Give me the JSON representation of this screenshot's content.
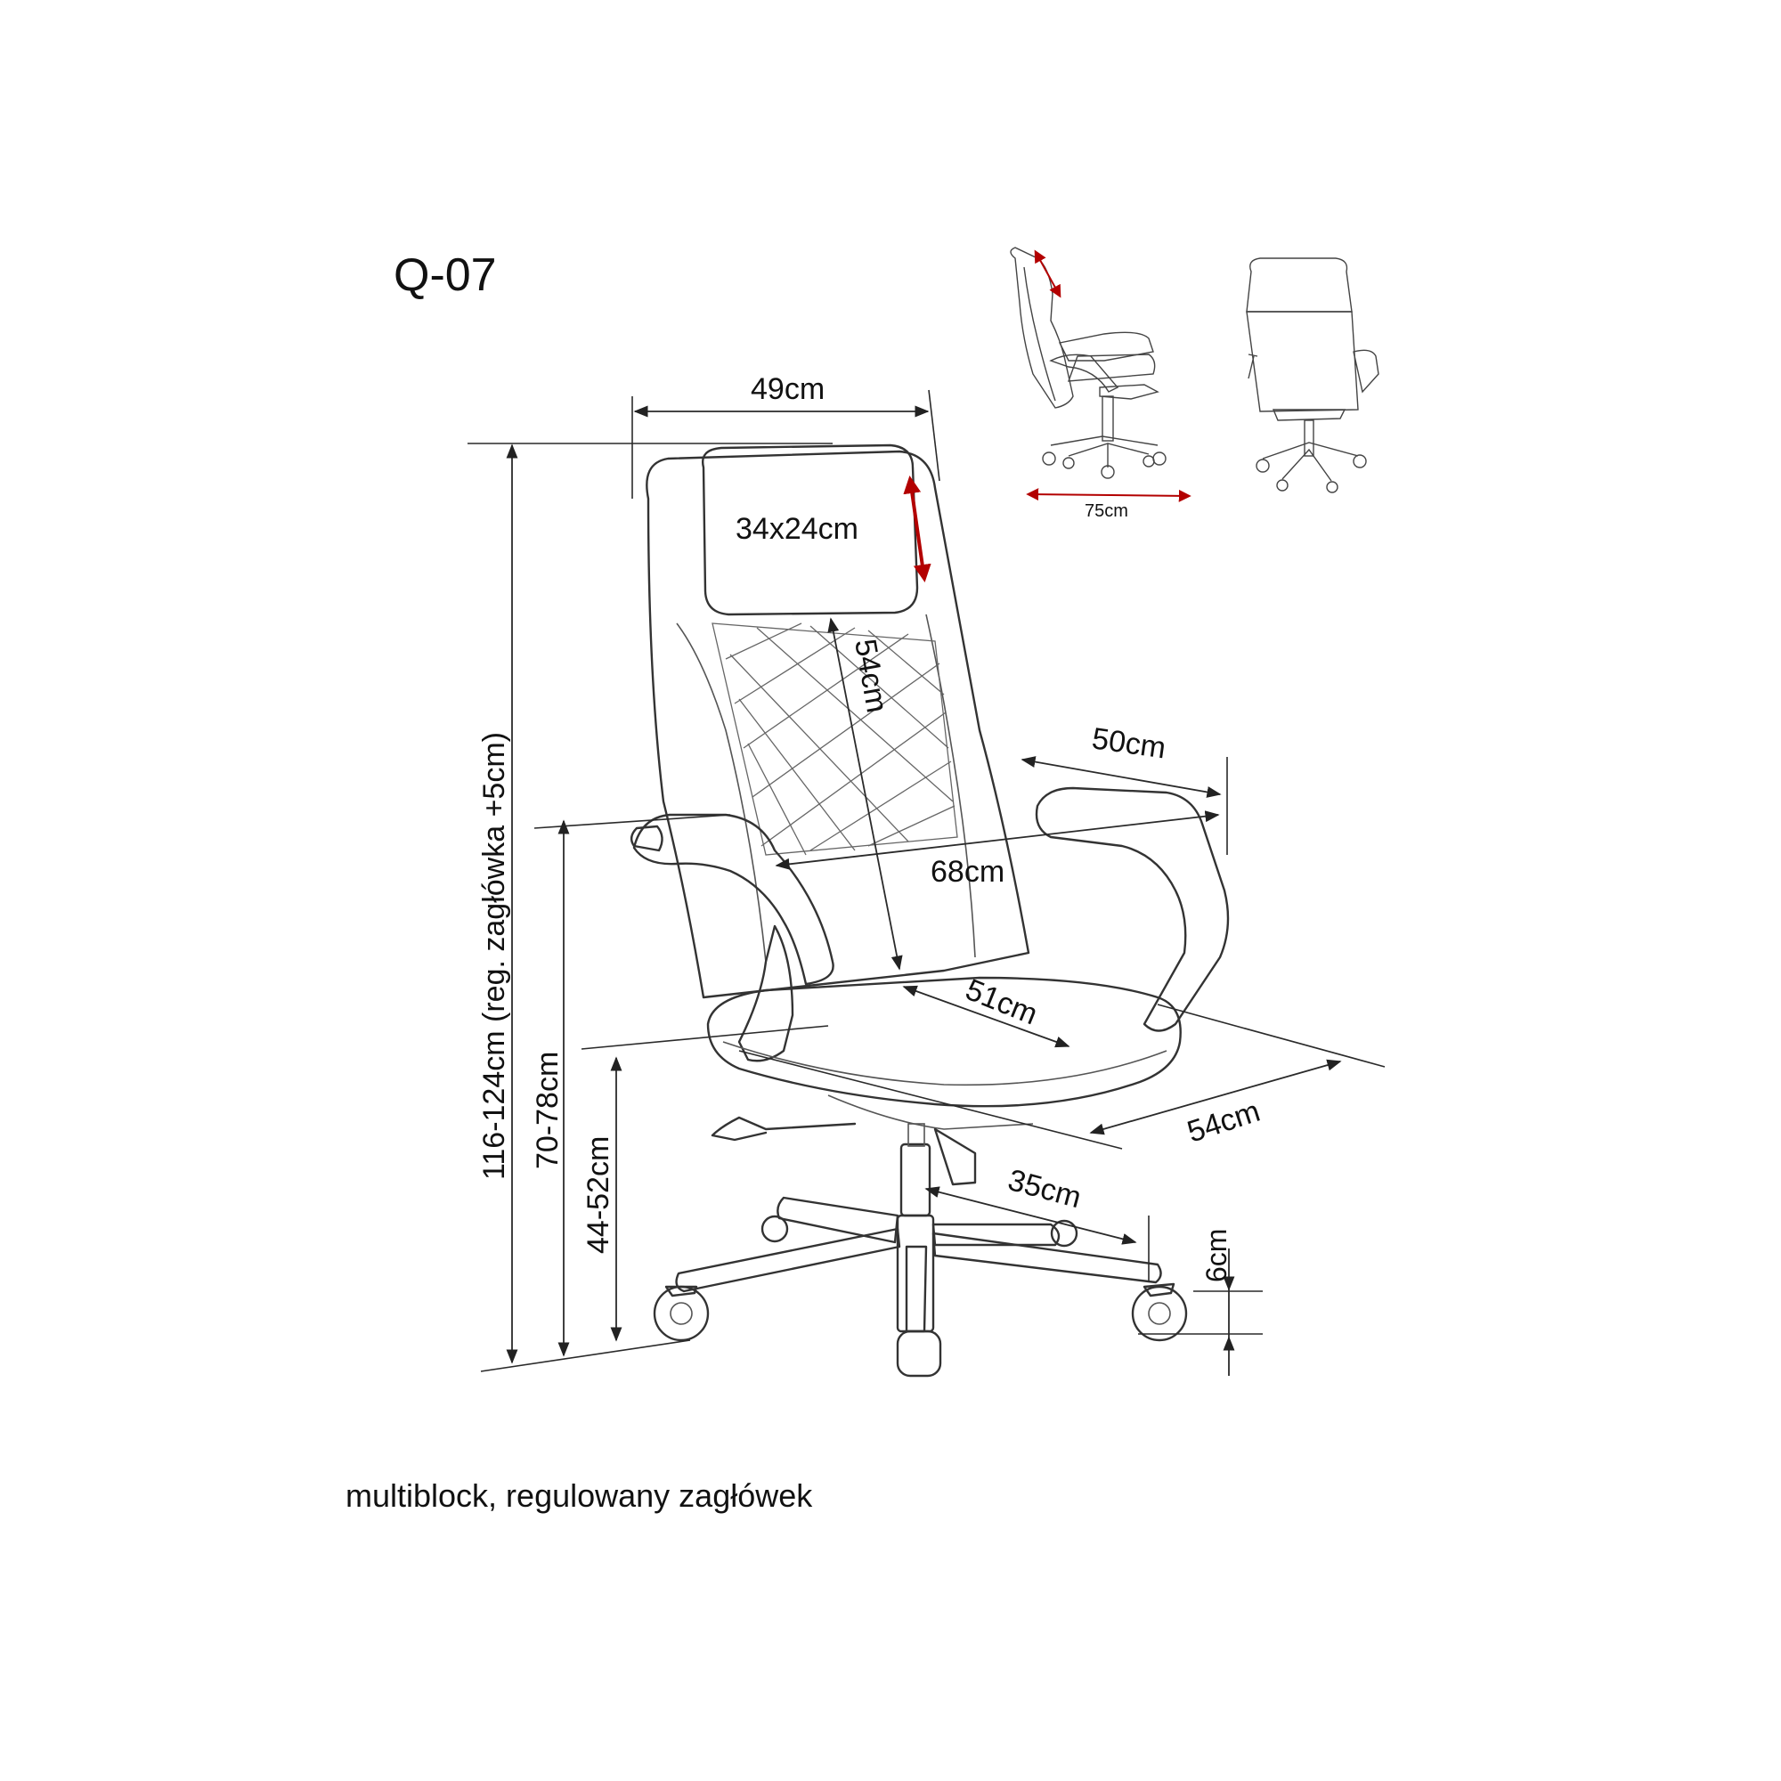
{
  "model": "Q-07",
  "caption": "multiblock, regulowany zagłówek",
  "dimensions": {
    "width_top": "49cm",
    "headrest": "34x24cm",
    "backrest_height": "54cm",
    "armrest_depth": "50cm",
    "armrest_width": "68cm",
    "seat_depth": "51cm",
    "seat_width": "54cm",
    "base_radius": "35cm",
    "wheel_height": "6cm",
    "total_height": "116-124cm (reg. zagłówka +5cm)",
    "armrest_height": "70-78cm",
    "seat_height": "44-52cm",
    "recline_length": "75cm"
  },
  "colors": {
    "line": "#333333",
    "accent": "#b30000",
    "background": "#ffffff"
  }
}
